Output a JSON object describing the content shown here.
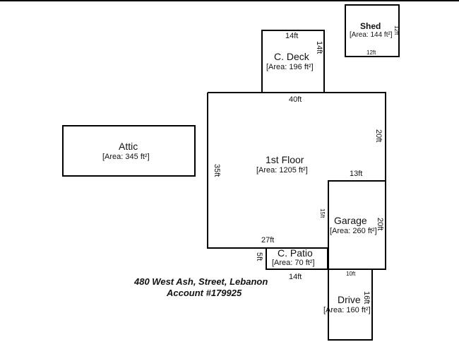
{
  "rooms": {
    "shed": {
      "name": "Shed",
      "area": "[Area: 144 ft²]",
      "dim_top": "",
      "dim_side": "12ft",
      "dim_bottom": "12ft"
    },
    "cdeck": {
      "name": "C. Deck",
      "area": "[Area: 196 ft²]",
      "dim_top": "14ft",
      "dim_side": "14ft"
    },
    "attic": {
      "name": "Attic",
      "area": "[Area: 345 ft²]"
    },
    "first": {
      "name": "1st Floor",
      "area": "[Area: 1205 ft²]",
      "dim_top": "40ft",
      "dim_right": "20ft",
      "dim_left": "35ft",
      "dim_bottom": "27ft"
    },
    "garage": {
      "name": "Garage",
      "area": "[Area: 260 ft²]",
      "dim_top": "13ft",
      "dim_left": "15ft",
      "dim_right": "20ft"
    },
    "cpatio": {
      "name": "C. Patio",
      "area": "[Area: 70 ft²]",
      "dim_left": "5ft",
      "dim_bottom": "14ft"
    },
    "drive": {
      "name": "Drive",
      "area": "[Area: 160 ft²]",
      "dim_top": "10ft",
      "dim_right": "16ft"
    }
  },
  "caption": {
    "address": "480 West Ash, Street, Lebanon",
    "account": "Account #179925"
  }
}
